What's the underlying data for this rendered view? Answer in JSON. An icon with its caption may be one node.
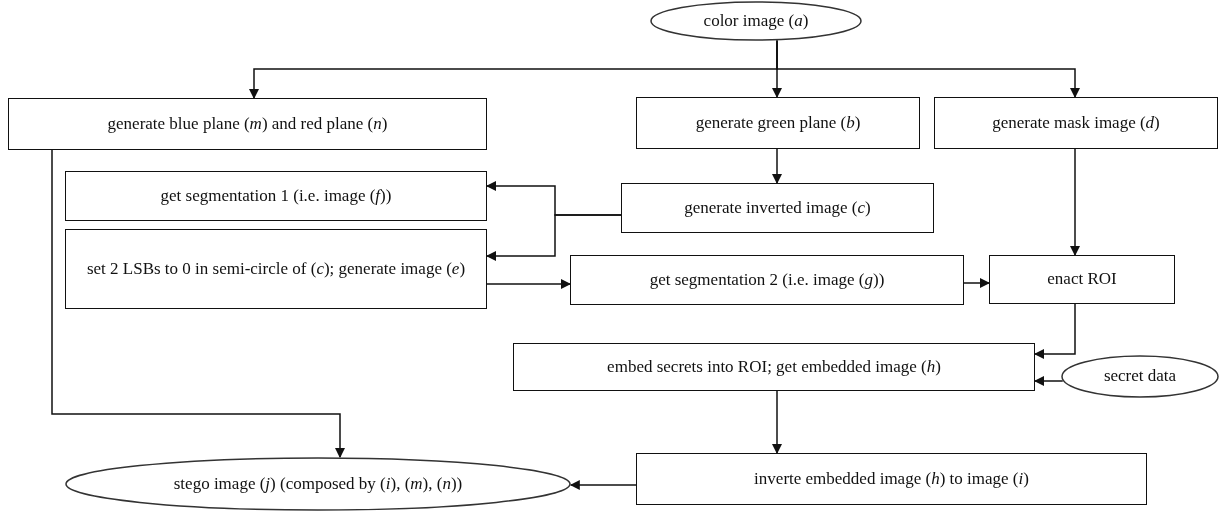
{
  "diagram": {
    "nodes": [
      {
        "text": [
          "color image (*a*)"
        ]
      },
      {
        "text": [
          "generate blue plane (*m*) and red plane (*n*)"
        ]
      },
      {
        "text": [
          "generate green plane (*b*)"
        ]
      },
      {
        "text": [
          "generate mask image (*d*)"
        ]
      },
      {
        "text": [
          "get segmentation 1 (i.e. image (*f*))"
        ]
      },
      {
        "text": [
          "generate inverted image (*c*)"
        ]
      },
      {
        "text": [
          "set 2 LSBs to 0 in semi-circle of (*c*); generate image (*e*)"
        ]
      },
      {
        "text": [
          "get segmentation 2 (i.e. image (*g*))"
        ]
      },
      {
        "text": [
          "enact ROI"
        ]
      },
      {
        "text": [
          "embed secrets into ROI; get embedded image (*h*)"
        ]
      },
      {
        "text": [
          "secret data"
        ]
      },
      {
        "text": [
          "inverte embedded image (*h*) to image (*i*)"
        ]
      },
      {
        "text": [
          "stego image (*j*) (composed by (*i*), (*m*), (*n*))"
        ]
      }
    ],
    "edges": [
      {
        "from": 0,
        "to": 1,
        "arrow": "to"
      },
      {
        "from": 0,
        "to": 2,
        "arrow": "to"
      },
      {
        "from": 0,
        "to": 3,
        "arrow": "to"
      },
      {
        "from": 2,
        "to": 5,
        "arrow": "to"
      },
      {
        "from": 5,
        "to": 4,
        "arrow": "to"
      },
      {
        "from": 5,
        "to": 6,
        "arrow": "to"
      },
      {
        "from": 6,
        "to": 7,
        "arrow": "to"
      },
      {
        "from": 7,
        "to": 8,
        "arrow": "to"
      },
      {
        "from": 3,
        "to": 8,
        "arrow": "to"
      },
      {
        "from": 8,
        "to": 9,
        "arrow": "to"
      },
      {
        "from": 10,
        "to": 9,
        "arrow": "to"
      },
      {
        "from": 9,
        "to": 11,
        "arrow": "to"
      },
      {
        "from": 11,
        "to": 12,
        "arrow": "to"
      },
      {
        "from": 1,
        "to": 12,
        "arrow": "to"
      }
    ]
  }
}
